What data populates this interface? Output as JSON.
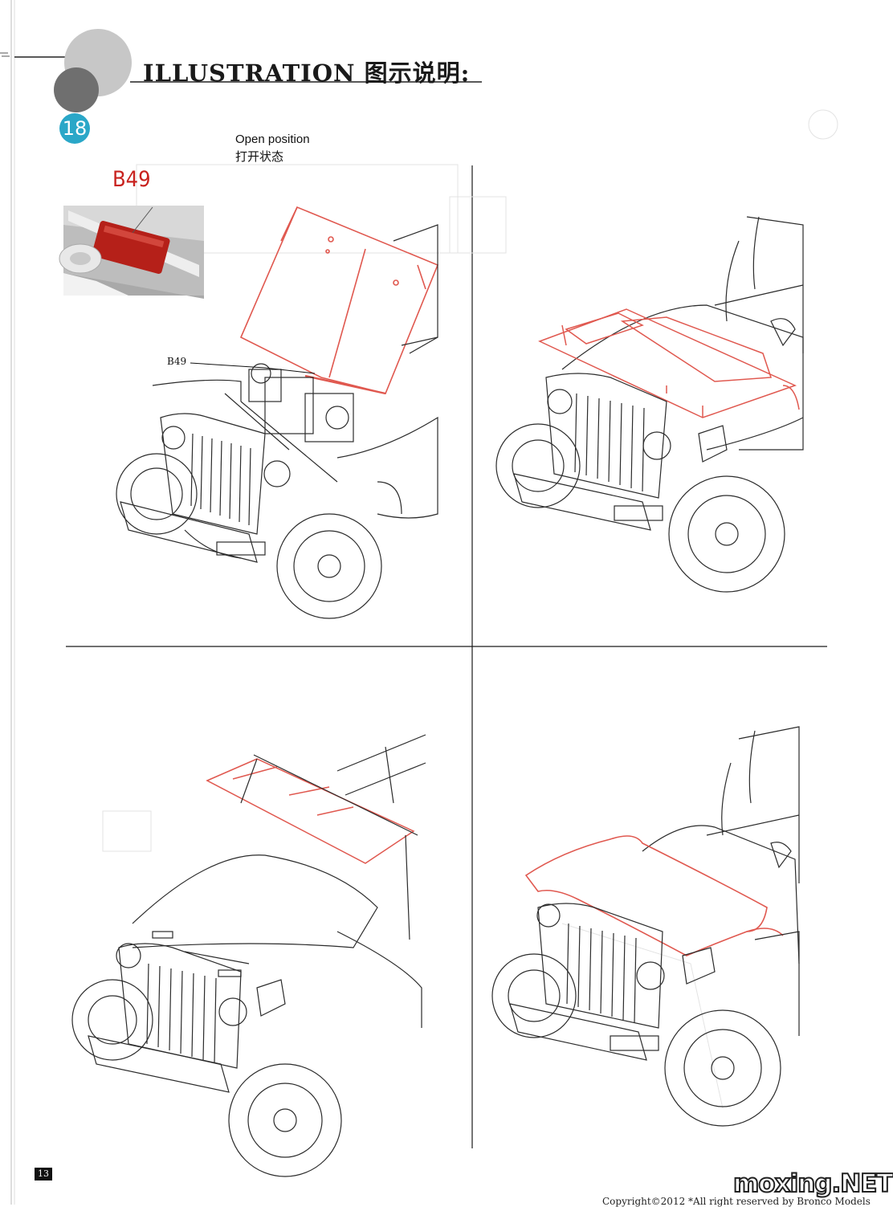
{
  "header": {
    "title": "ILLUSTRATION 图示说明:",
    "step_number": "18"
  },
  "panel_1": {
    "state_label_en": "Open position",
    "state_label_zh": "打开状态",
    "part_code": "B49",
    "callout_label": "B49"
  },
  "footer": {
    "page_number": "13",
    "copyright": "Copyright©2012  *All right reserved by Bronco Models",
    "watermark": "moxing.NET"
  },
  "colors": {
    "accent_teal": "#2aa7c8",
    "part_red": "#c8231f",
    "line_art": "#2b2b2b",
    "highlight_stroke": "#e0584f"
  }
}
